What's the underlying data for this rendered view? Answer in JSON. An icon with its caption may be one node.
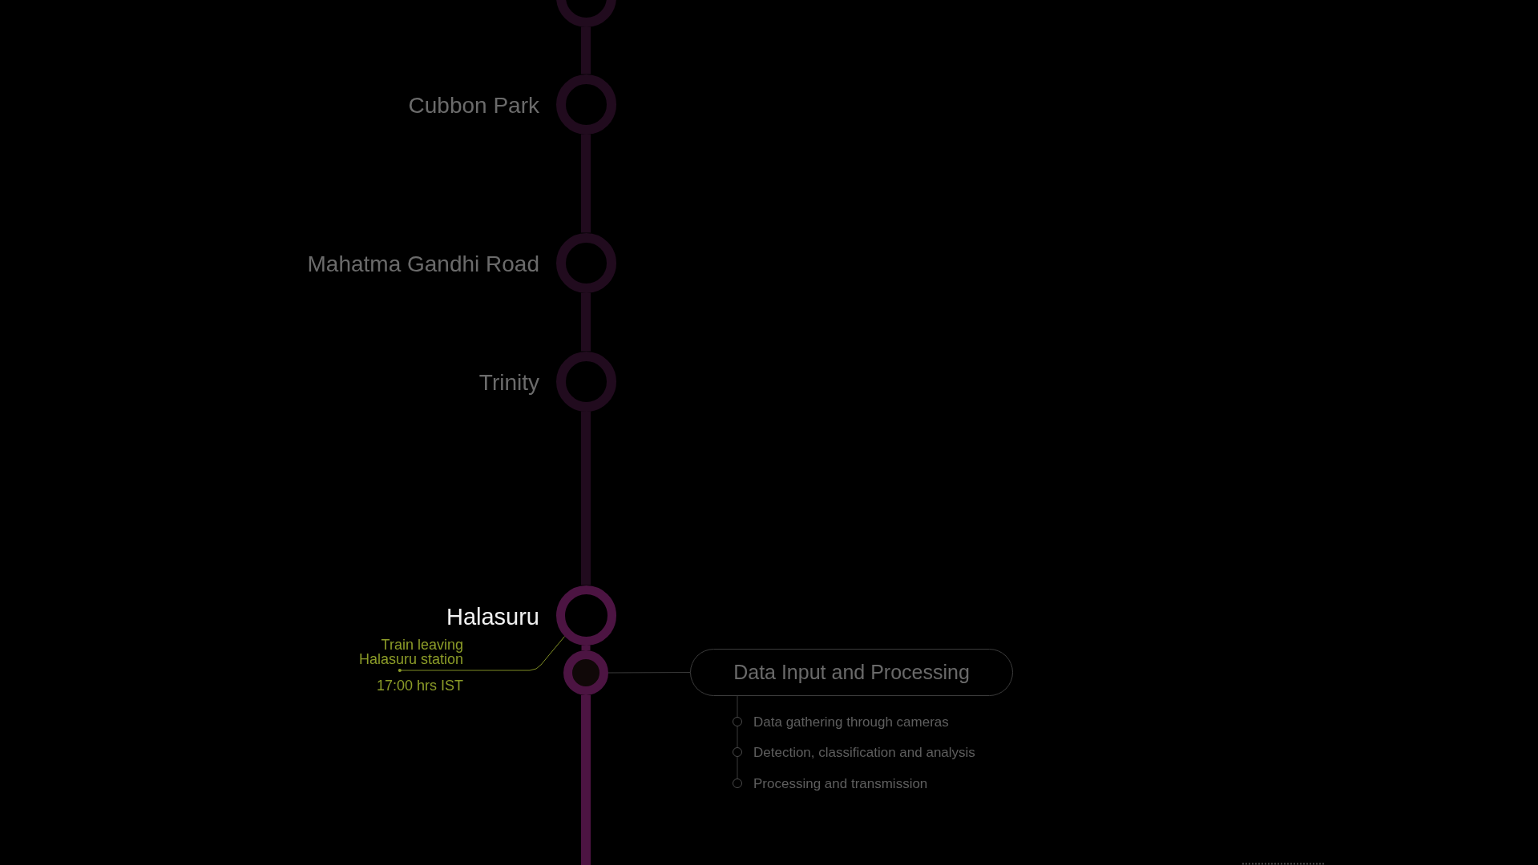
{
  "diagram": {
    "nodes": [
      {
        "text": [],
        "shape": "circle"
      },
      {
        "text": [],
        "shape": "circle",
        "beside": [
          "Cubbon Park"
        ]
      },
      {
        "text": [],
        "shape": "circle",
        "beside": [
          "Mahatma Gandhi Road"
        ]
      },
      {
        "text": [],
        "shape": "circle",
        "beside": [
          "Trinity"
        ]
      },
      {
        "text": [],
        "shape": "circle",
        "beside": [
          "Halasuru"
        ]
      },
      {
        "text": [],
        "shape": "circle"
      },
      {
        "text": [
          "Train leaving Halasuru station"
        ],
        "beside": [
          "17:00 hrs IST"
        ]
      },
      {
        "text": [
          "Data Input and Processing"
        ]
      },
      {
        "text": [],
        "shape": "circle",
        "beside": [
          "Data gathering through cameras"
        ]
      },
      {
        "text": [],
        "shape": "circle",
        "beside": [
          "Detection, classification and analysis"
        ]
      },
      {
        "text": [],
        "shape": "circle",
        "beside": [
          "Processing and transmission"
        ]
      }
    ],
    "edges": [
      {
        "from": 0,
        "to": 1,
        "arrow": "none",
        "color": "#210b1e"
      },
      {
        "from": 1,
        "to": 2,
        "arrow": "none",
        "color": "#210b1e"
      },
      {
        "from": 2,
        "to": 3,
        "arrow": "none",
        "color": "#210b1e"
      },
      {
        "from": 3,
        "to": 4,
        "arrow": "none",
        "color": "#210b1e"
      },
      {
        "from": 4,
        "to": 5,
        "arrow": "none",
        "color": "#4c1442"
      },
      {
        "from": 5,
        "to": null,
        "arrow": "none",
        "color": "#4c1442"
      },
      {
        "from": 6,
        "to": 4,
        "arrow": "other",
        "color": "#8c9c28"
      },
      {
        "from": 5,
        "to": 7,
        "arrow": "none"
      },
      {
        "from": 7,
        "to": 8,
        "arrow": "none"
      },
      {
        "from": 8,
        "to": 9,
        "arrow": "none"
      },
      {
        "from": 9,
        "to": 10,
        "arrow": "none"
      }
    ]
  }
}
